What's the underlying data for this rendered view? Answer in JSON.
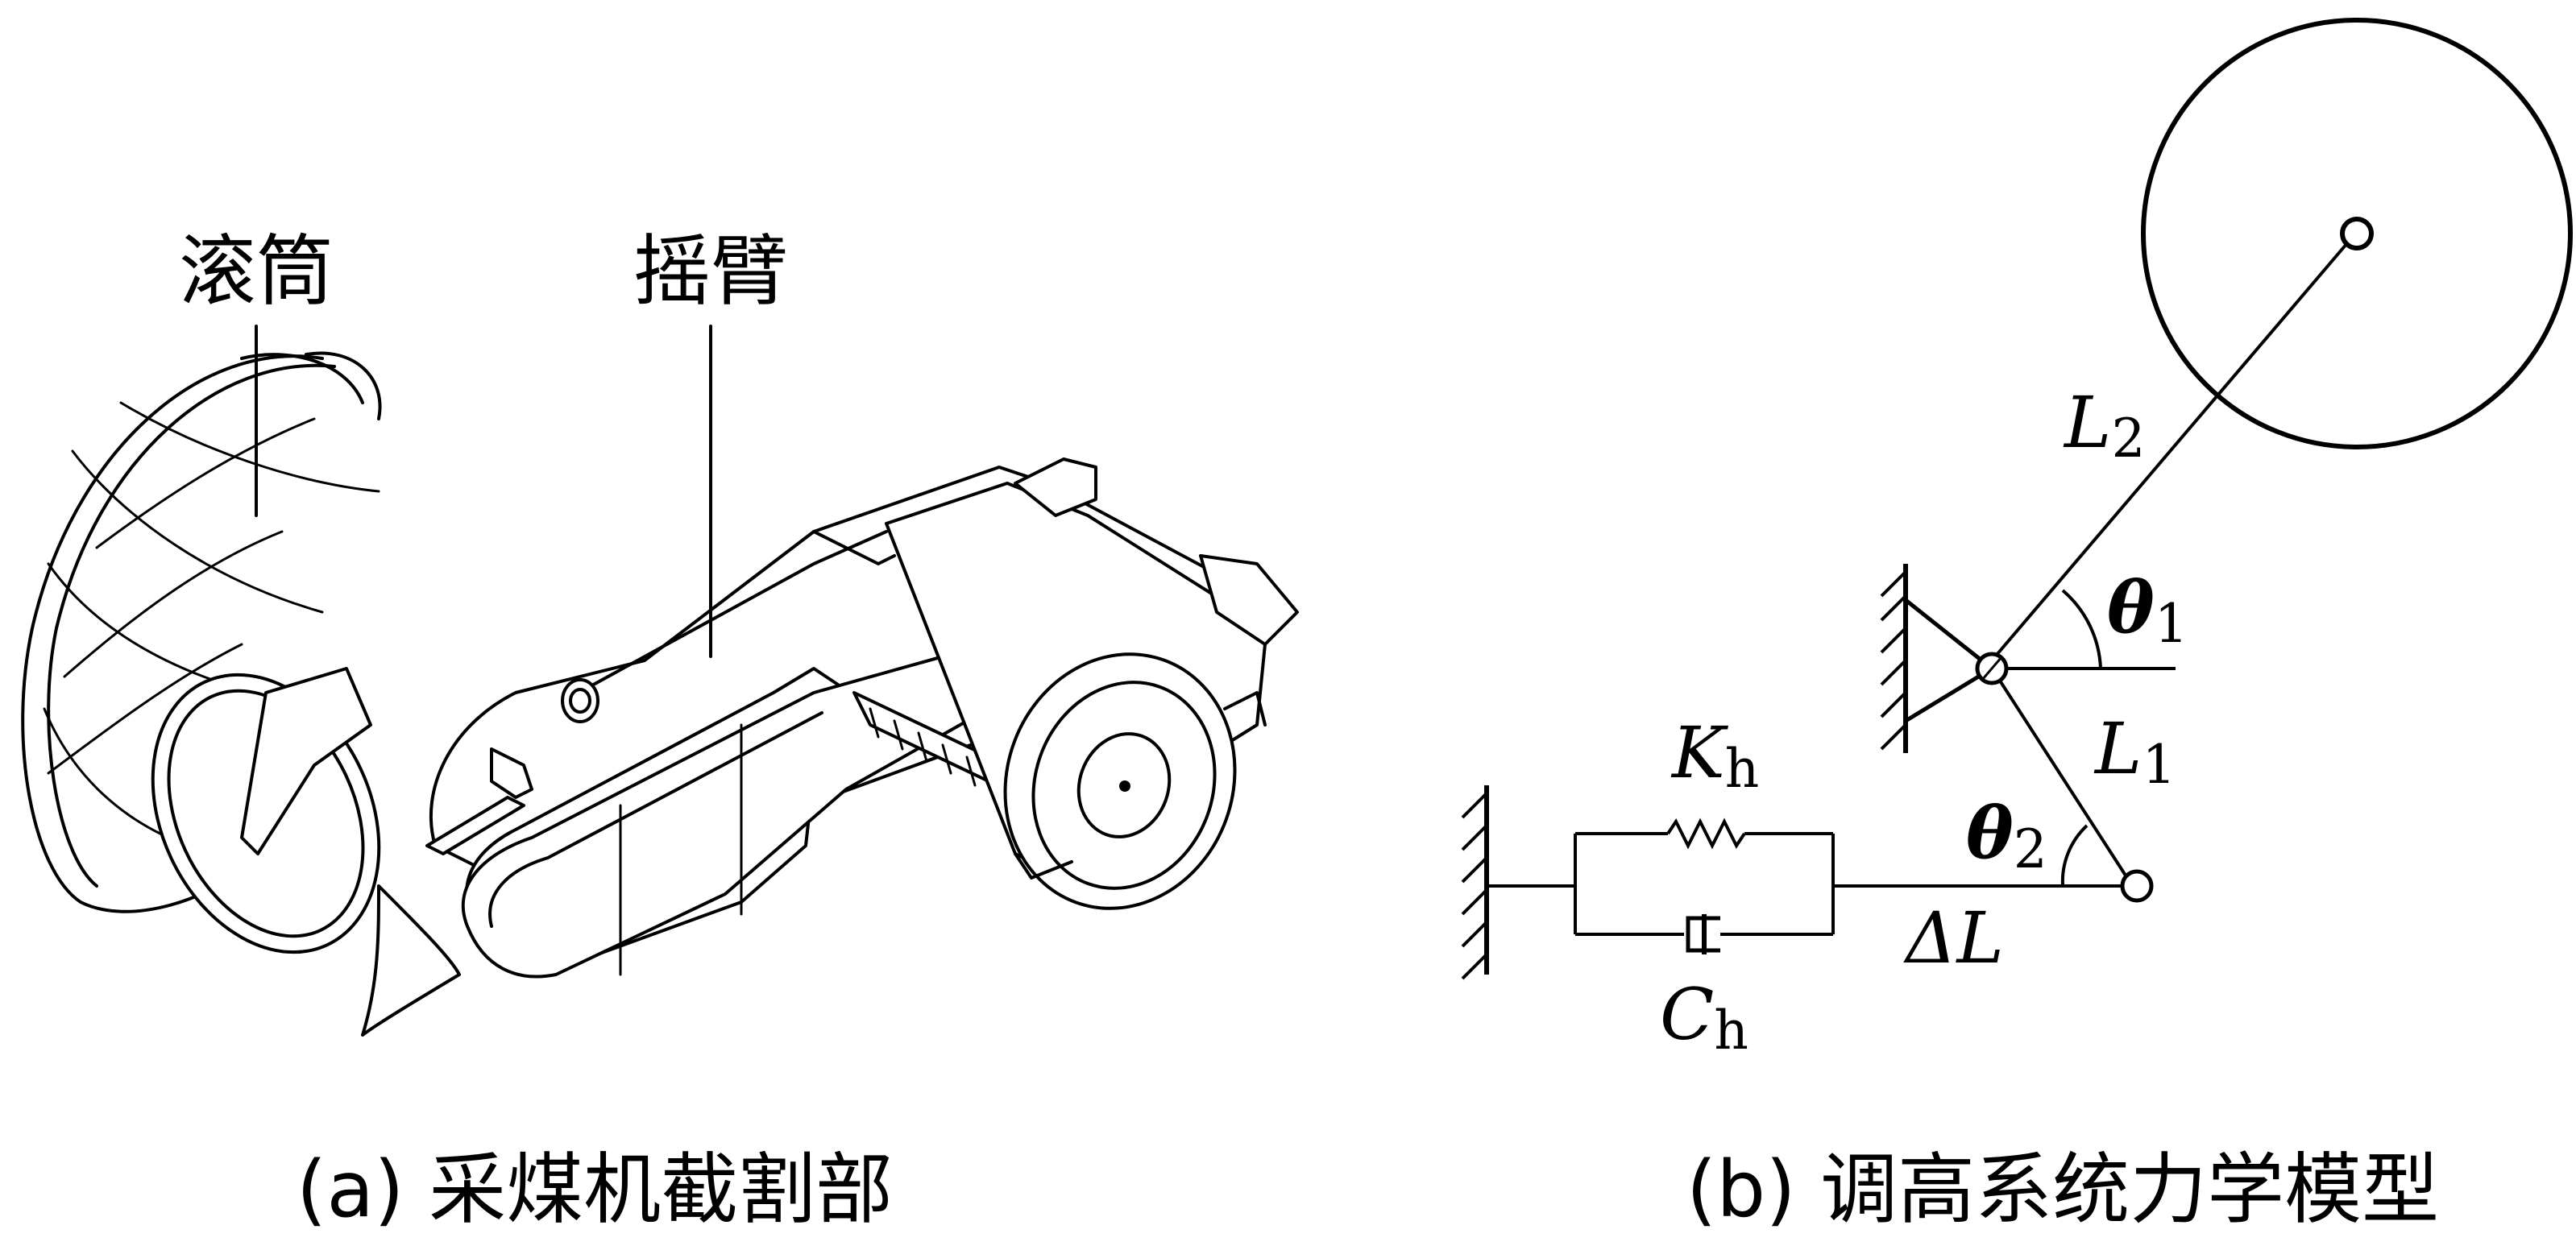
{
  "panel_a": {
    "label_drum": "滚筒",
    "label_arm": "摇臂",
    "caption": "(a)  采煤机截割部"
  },
  "panel_b": {
    "spring_label": "K",
    "spring_sub": "h",
    "damper_label": "C",
    "damper_sub": "h",
    "delta_label": "ΔL",
    "l1_label": "L",
    "l1_sub": "1",
    "l2_label": "L",
    "l2_sub": "2",
    "theta1_label": "θ",
    "theta1_sub": "1",
    "theta2_label": "θ",
    "theta2_sub": "2",
    "caption": "(b)  调高系统力学模型"
  }
}
